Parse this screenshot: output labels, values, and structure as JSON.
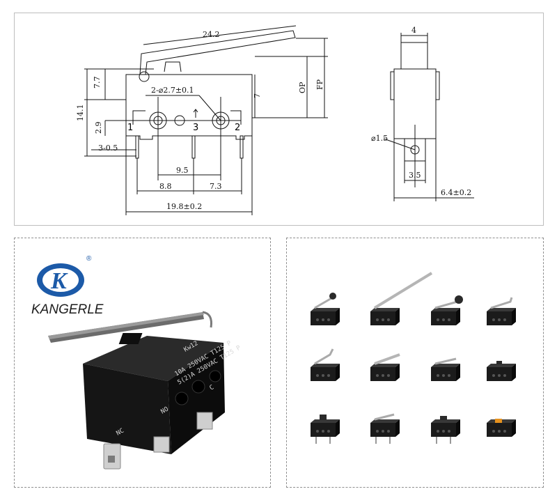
{
  "drawing": {
    "dims": {
      "lever_length": "24.2",
      "top_offset": "7.7",
      "overall_height": "14.1",
      "hole_spec": "2-⌀2.7±0.1",
      "seven": "7",
      "op": "OP",
      "fp": "FP",
      "pin_height": "2.9",
      "pin_width": "3-0.5",
      "pin_spacing_a": "9.5",
      "left_spacing": "8.8",
      "right_spacing": "7.3",
      "body_length": "19.8±0.2",
      "side_top_width": "4",
      "side_hole": "⌀1.5",
      "side_pin_width": "3.5",
      "side_width": "6.4±0.2"
    },
    "pins": {
      "p1": "1",
      "p2": "2",
      "p3": "3"
    }
  },
  "product": {
    "brand_name": "KANGERLE",
    "logo_mark": "K",
    "registered": "®",
    "body_text_line1": "10A 250VAC T125 P",
    "body_text_line2": "5(2)A 250VAC T125 P",
    "model": "Kw12",
    "terminal_nc": "NC",
    "terminal_no": "NO",
    "terminal_c": "C"
  },
  "variants": {
    "count": 12,
    "items": [
      {
        "style": "roller-short"
      },
      {
        "style": "long-lever"
      },
      {
        "style": "roller-lever"
      },
      {
        "style": "hook-lever"
      },
      {
        "style": "short-lever-angled"
      },
      {
        "style": "straight-lever"
      },
      {
        "style": "short-lever"
      },
      {
        "style": "plunger-small"
      },
      {
        "style": "plunger-pcb"
      },
      {
        "style": "pcb-lever"
      },
      {
        "style": "pcb-plunger"
      },
      {
        "style": "orange-button"
      }
    ]
  }
}
